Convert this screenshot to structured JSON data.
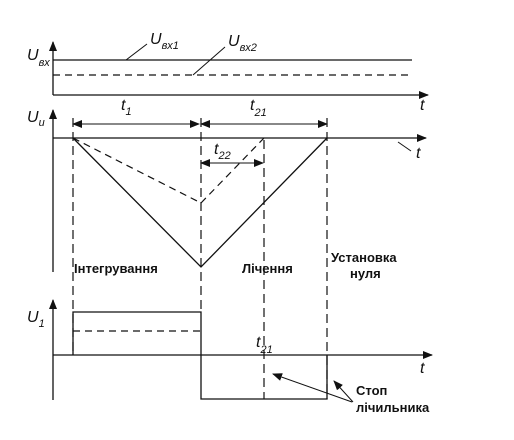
{
  "labels": {
    "uin": {
      "main": "U",
      "sub": "вх"
    },
    "uin1": {
      "main": "U",
      "sub": "вх1"
    },
    "uin2": {
      "main": "U",
      "sub": "вх2"
    },
    "ui": {
      "main": "U",
      "sub": "и"
    },
    "u1": {
      "main": "U",
      "sub": "1"
    },
    "t": "t",
    "t1": {
      "main": "t",
      "sub": "1"
    },
    "t21": {
      "main": "t",
      "sub": "21"
    },
    "t22": {
      "main": "t",
      "sub": "22"
    },
    "phase_integration": "Інтегрування",
    "phase_counting": "Лічення",
    "phase_zero_line1": "Установка",
    "phase_zero_line2": "нуля",
    "stop_line1": "Стоп",
    "stop_line2": "лічильника"
  }
}
